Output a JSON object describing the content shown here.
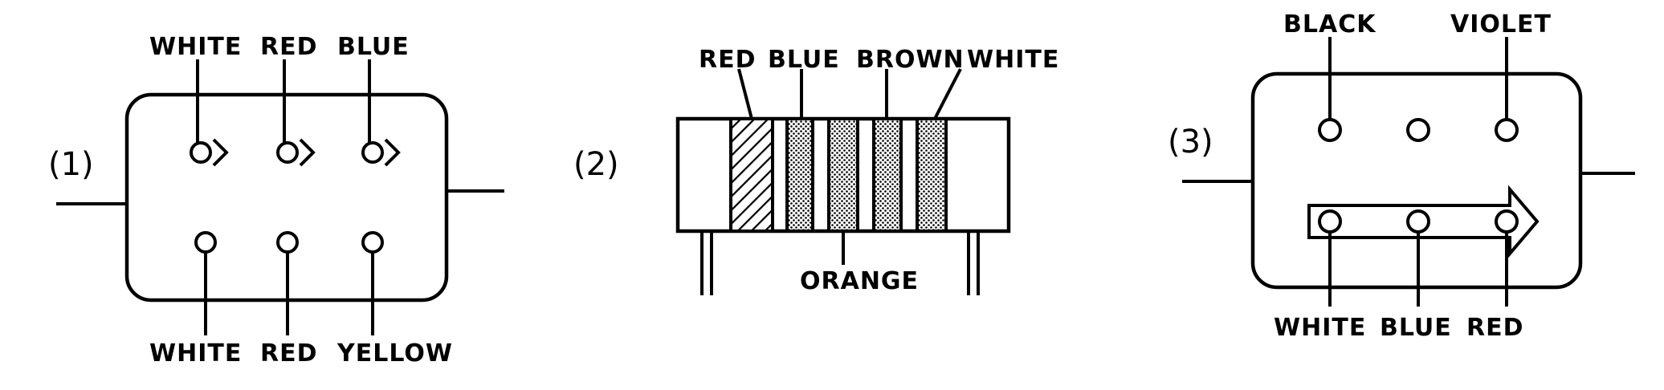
{
  "diagram1": {
    "number": "(1)",
    "top_labels": [
      "WHITE",
      "RED",
      "BLUE"
    ],
    "bottom_labels": [
      "WHITE",
      "RED",
      "YELLOW"
    ]
  },
  "diagram2": {
    "number": "(2)",
    "top_labels": [
      "RED",
      "BLUE",
      "BROWN",
      "WHITE"
    ],
    "bottom_label": "ORANGE"
  },
  "diagram3": {
    "number": "(3)",
    "top_labels": [
      "BLACK",
      "VIOLET"
    ],
    "bottom_labels": [
      "WHITE",
      "BLUE",
      "RED"
    ]
  }
}
